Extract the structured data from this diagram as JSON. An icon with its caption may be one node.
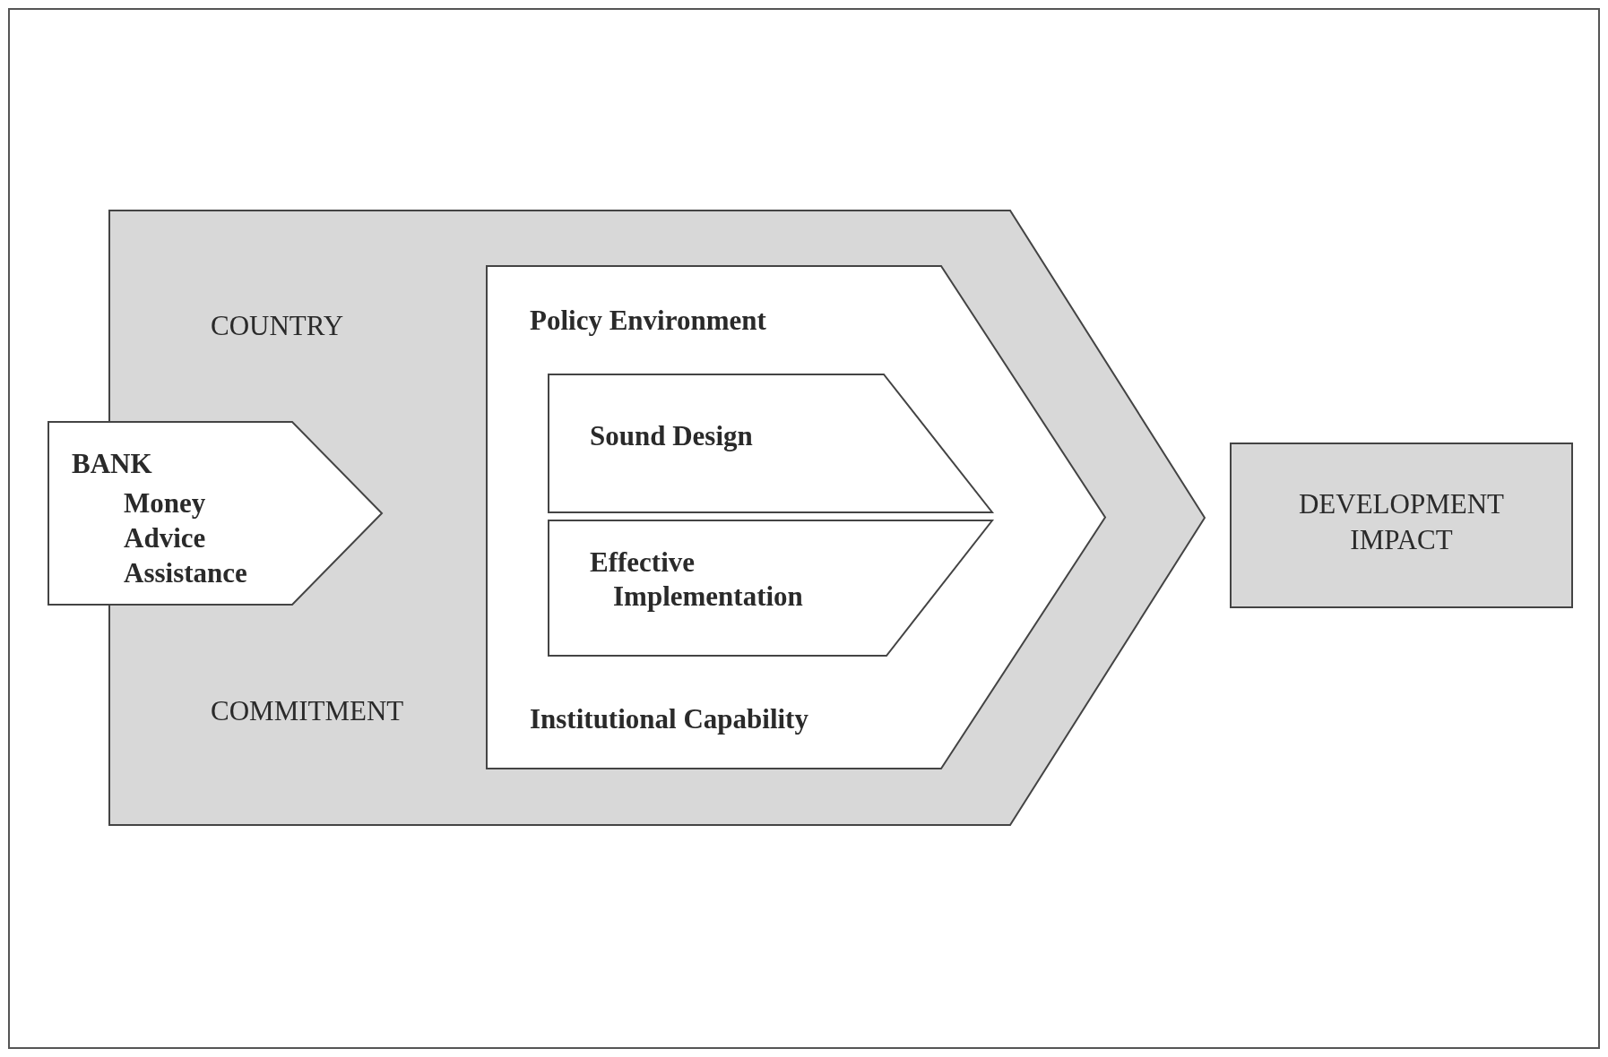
{
  "diagram": {
    "nodes": [
      {
        "text": [
          "COUNTRY",
          "COMMITMENT"
        ]
      },
      {
        "text": [
          "BANK",
          "Money",
          "Advice",
          "Assistance"
        ]
      },
      {
        "text": [
          "Policy Environment",
          "Institutional Capability"
        ],
        "in": 0
      },
      {
        "text": [
          "Sound Design"
        ],
        "in": 2
      },
      {
        "text": [
          "Effective Implementation"
        ],
        "in": 2
      },
      {
        "text": [
          "DEVELOPMENT IMPACT"
        ]
      }
    ]
  }
}
